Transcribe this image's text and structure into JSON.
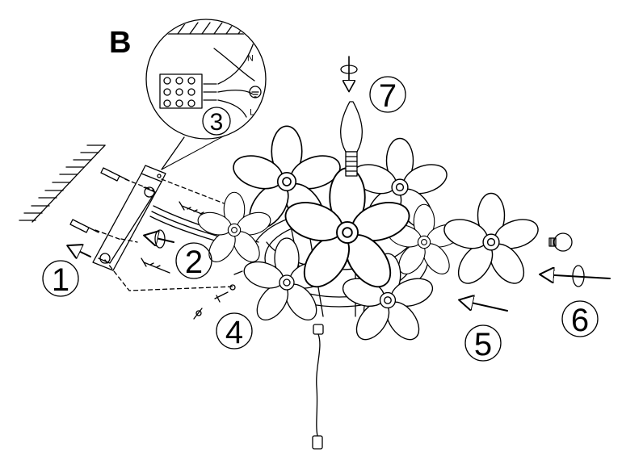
{
  "section_label": "B",
  "steps": [
    "1",
    "2",
    "3",
    "4",
    "5",
    "6",
    "7"
  ],
  "wire_labels": {
    "neutral": "N",
    "live": "L"
  },
  "line_color": "#000000",
  "background": "#ffffff"
}
